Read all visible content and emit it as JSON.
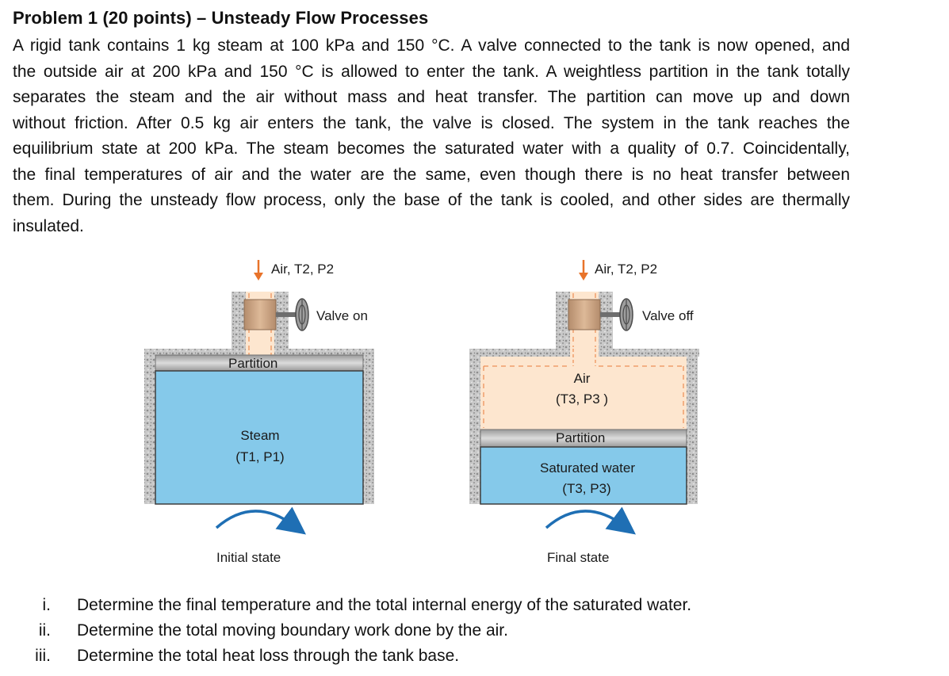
{
  "problem": {
    "title": "Problem 1 (20 points) – Unsteady Flow Processes",
    "lines": [
      "A rigid tank contains 1 kg steam at 100 kPa and 150 °C. A valve connected to the tank is now opened, and",
      "the outside air at 200 kPa and 150 °C is allowed to enter the tank. A weightless partition in the tank totally",
      "separates the steam and the air without mass and heat transfer. The partition can move up and down",
      "without friction. After 0.5 kg air enters the tank, the valve is closed. The system in the tank reaches the",
      "equilibrium state at 200 kPa. The steam becomes the saturated water with a quality of 0.7. Coincidentally,",
      "the final temperatures of air and the water are the same, even though there is no heat transfer between",
      "them. During the unsteady flow process, only the base of the tank is cooled, and other sides are thermally",
      "insulated."
    ]
  },
  "figure": {
    "initial": {
      "inlet_label": "Air, T2, P2",
      "valve_label": "Valve on",
      "partition_label": "Partition",
      "steam_label": "Steam",
      "steam_state": "(T1, P1)",
      "caption": "Initial state"
    },
    "final": {
      "inlet_label": "Air, T2, P2",
      "valve_label": "Valve off",
      "air_label": "Air",
      "air_state": "(T3, P3 )",
      "partition_label": "Partition",
      "water_label": "Saturated water",
      "water_state": "(T3, P3)",
      "caption": "Final state"
    },
    "colors": {
      "steam": "#85c9ea",
      "air": "#fde6cf",
      "partition": "#bdbdbd",
      "wall": "#b0b0b0",
      "valve": "#c8a07e",
      "arrow_in": "#e8732a",
      "arrow_heat": "#1f6fb4"
    }
  },
  "questions": [
    {
      "num": "i.",
      "text": "Determine the final temperature and the total internal energy of the saturated water."
    },
    {
      "num": "ii.",
      "text": "Determine the total moving boundary work done by the air."
    },
    {
      "num": "iii.",
      "text": "Determine the total heat loss through the tank base."
    }
  ]
}
